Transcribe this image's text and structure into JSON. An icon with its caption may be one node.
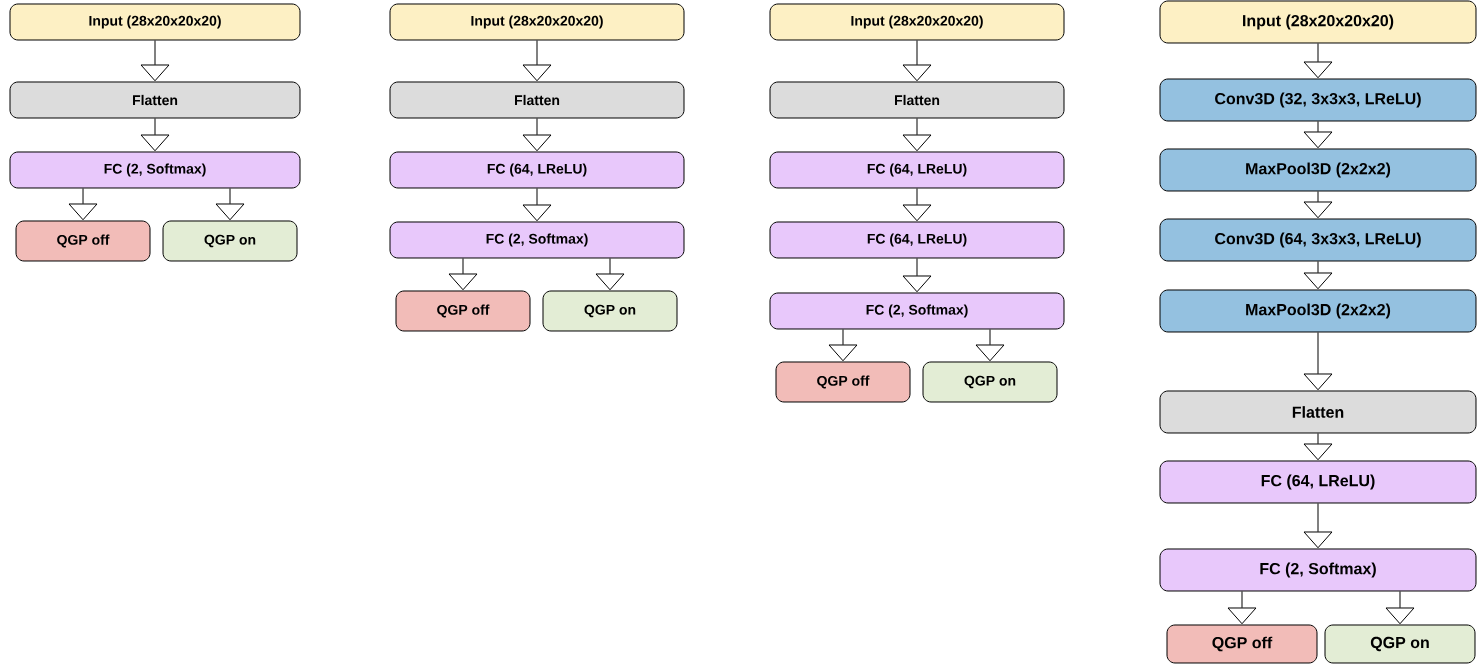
{
  "diagram": {
    "nodes": [
      {
        "text": [
          "Input (28x20x20x20)"
        ]
      },
      {
        "text": [
          "Flatten"
        ]
      },
      {
        "text": [
          "FC (2, Softmax)"
        ]
      },
      {
        "text": [
          "QGP off"
        ]
      },
      {
        "text": [
          "QGP on"
        ]
      },
      {
        "text": [
          "Input (28x20x20x20)"
        ]
      },
      {
        "text": [
          "Flatten"
        ]
      },
      {
        "text": [
          "FC (64, LReLU)"
        ]
      },
      {
        "text": [
          "FC (2, Softmax)"
        ]
      },
      {
        "text": [
          "QGP off"
        ]
      },
      {
        "text": [
          "QGP on"
        ]
      },
      {
        "text": [
          "Input (28x20x20x20)"
        ]
      },
      {
        "text": [
          "Flatten"
        ]
      },
      {
        "text": [
          "FC (64, LReLU)"
        ]
      },
      {
        "text": [
          "FC (64, LReLU)"
        ]
      },
      {
        "text": [
          "FC (2, Softmax)"
        ]
      },
      {
        "text": [
          "QGP off"
        ]
      },
      {
        "text": [
          "QGP on"
        ]
      },
      {
        "text": [
          "Input (28x20x20x20)"
        ]
      },
      {
        "text": [
          "Conv3D (32, 3x3x3, LReLU)"
        ]
      },
      {
        "text": [
          "MaxPool3D (2x2x2)"
        ]
      },
      {
        "text": [
          "Conv3D (64, 3x3x3, LReLU)"
        ]
      },
      {
        "text": [
          "MaxPool3D (2x2x2)"
        ]
      },
      {
        "text": [
          "Flatten"
        ]
      },
      {
        "text": [
          "FC (64, LReLU)"
        ]
      },
      {
        "text": [
          "FC (2, Softmax)"
        ]
      },
      {
        "text": [
          "QGP off"
        ]
      },
      {
        "text": [
          "QGP on"
        ]
      }
    ],
    "edges": [
      {
        "from": 0,
        "to": 1,
        "arrow": "to"
      },
      {
        "from": 1,
        "to": 2,
        "arrow": "to"
      },
      {
        "from": 2,
        "to": 3,
        "arrow": "to"
      },
      {
        "from": 2,
        "to": 4,
        "arrow": "to"
      },
      {
        "from": 5,
        "to": 6,
        "arrow": "to"
      },
      {
        "from": 6,
        "to": 7,
        "arrow": "to"
      },
      {
        "from": 7,
        "to": 8,
        "arrow": "to"
      },
      {
        "from": 8,
        "to": 9,
        "arrow": "to"
      },
      {
        "from": 8,
        "to": 10,
        "arrow": "to"
      },
      {
        "from": 11,
        "to": 12,
        "arrow": "to"
      },
      {
        "from": 12,
        "to": 13,
        "arrow": "to"
      },
      {
        "from": 13,
        "to": 14,
        "arrow": "to"
      },
      {
        "from": 14,
        "to": 15,
        "arrow": "to"
      },
      {
        "from": 15,
        "to": 16,
        "arrow": "to"
      },
      {
        "from": 15,
        "to": 17,
        "arrow": "to"
      },
      {
        "from": 18,
        "to": 19,
        "arrow": "to"
      },
      {
        "from": 19,
        "to": 20,
        "arrow": "to"
      },
      {
        "from": 20,
        "to": 21,
        "arrow": "to"
      },
      {
        "from": 21,
        "to": 22,
        "arrow": "to"
      },
      {
        "from": 22,
        "to": 23,
        "arrow": "to"
      },
      {
        "from": 23,
        "to": 24,
        "arrow": "to"
      },
      {
        "from": 24,
        "to": 25,
        "arrow": "to"
      },
      {
        "from": 25,
        "to": 26,
        "arrow": "to"
      },
      {
        "from": 25,
        "to": 27,
        "arrow": "to"
      }
    ]
  }
}
